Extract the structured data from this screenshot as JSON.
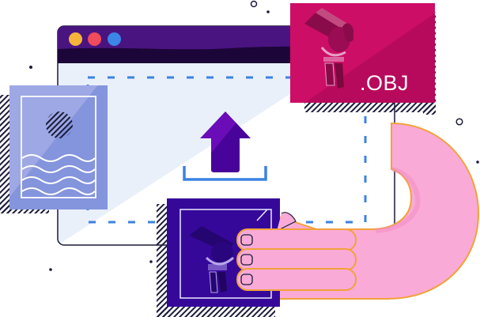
{
  "scene": {
    "description": "Upload 3D model illustration",
    "colors": {
      "background": "#ffffff",
      "window_titlebar": "#3d0f6e",
      "window_titlebar_dark": "#1c0538",
      "window_body": "#e9f0fa",
      "window_border": "#1a1a3a",
      "dash_blue": "#3b82e0",
      "dot_yellow": "#f5b43a",
      "dot_red": "#ef4b5a",
      "dot_blue": "#3b86e6",
      "image_card": "#8494dd",
      "image_card_light": "#9da8e4",
      "obj_card": "#cc0e66",
      "obj_card_dark": "#b40a5a",
      "model_card": "#36089a",
      "arrow": "#5a08a8",
      "hand_pink": "#f9aad6",
      "hand_outline": "#f2a23a",
      "hatch": "#1b1b3a"
    }
  },
  "window": {
    "traffic_lights": [
      "yellow-dot",
      "red-dot",
      "blue-dot"
    ]
  },
  "upload": {
    "icon": "upload-arrow-icon"
  },
  "obj_file": {
    "label": ".OBJ",
    "icon": "knee-joint-model-icon"
  },
  "image_file": {
    "icon": "landscape-image-icon"
  },
  "model_thumbnail": {
    "icon": "knee-joint-model-icon"
  },
  "hand": {
    "icon": "hand-icon"
  }
}
